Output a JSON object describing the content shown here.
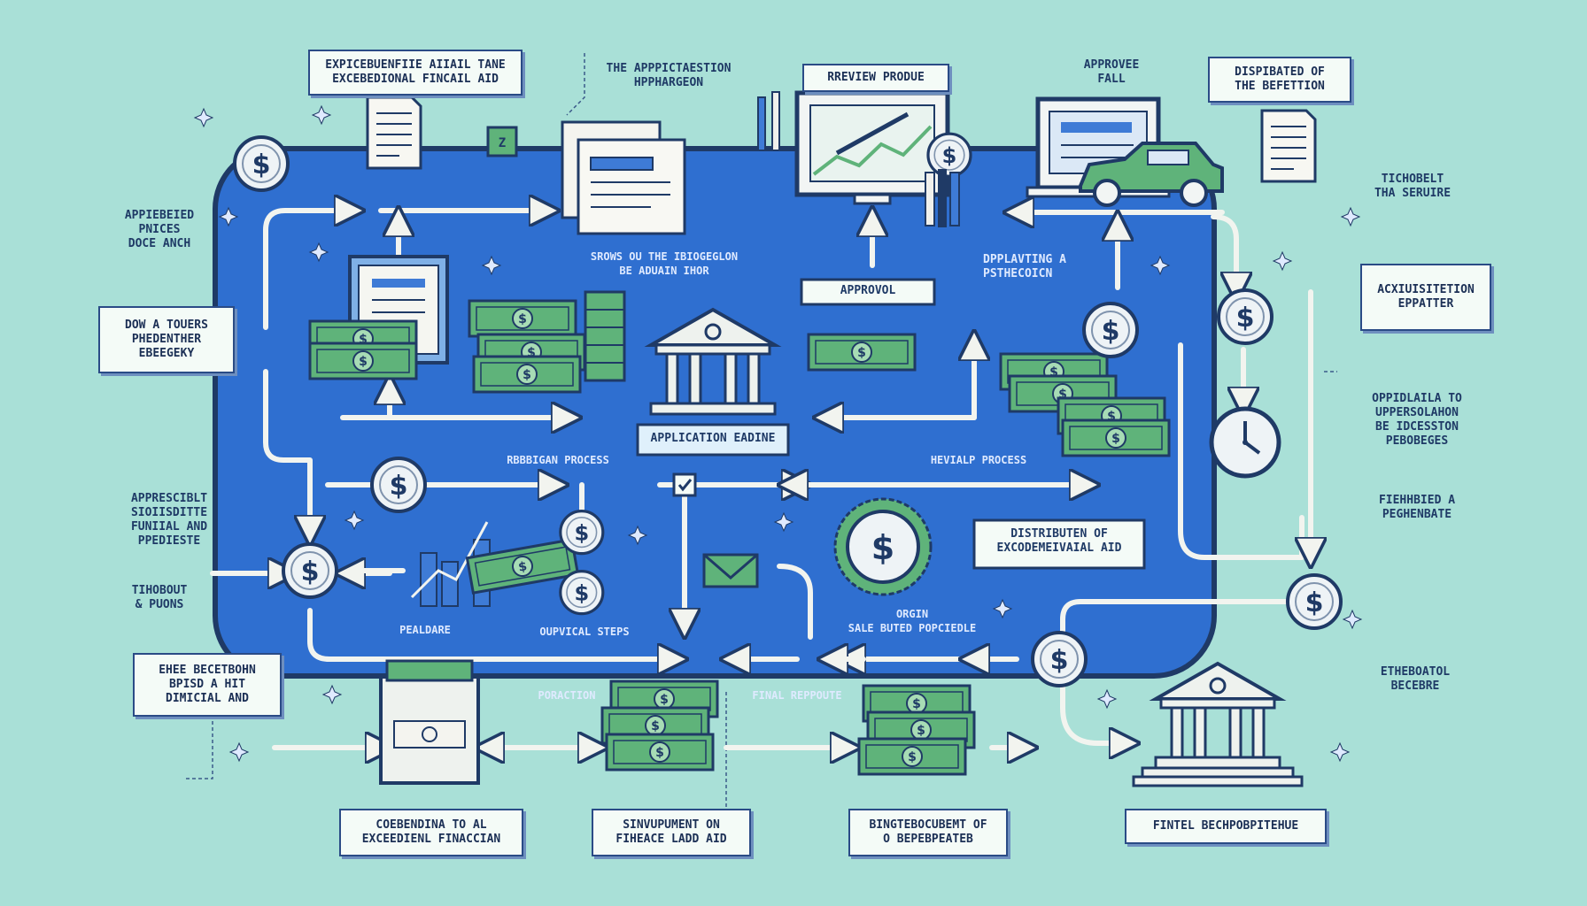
{
  "colors": {
    "background": "#a9e0d7",
    "panel": "#2f6fd0",
    "arrow": "#f2f4ef",
    "money": "#5fb37a",
    "navy": "#1f3a66"
  },
  "labels": {
    "top_title": "EXPICEBUENFIIE AIIAIL TANE\nEXCEBEDIONAL FINCAIL AID",
    "app_preparation": "THE APPPICTAESTION\nHPPHARGEON",
    "review_produce": "RREVIEW PRODUE",
    "approved_fall": "APPROVEE\nFALL",
    "distributed_of": "DISPIBATED OF\nTHE BEFETTION",
    "thorough_service": "TICHOBELT\nTHA SERUIRE",
    "approved_process": "APPIEBEIED\nPNICES\nDOCE ANCH",
    "down_a_tours": "DOW A TOUERS\nPHEDENTHER\nEBEEGEKY",
    "acquisition": "ACXIUISITETION\nEPPATTER",
    "applicable": "OPPIDLAILA TO\nUPPERSOLAHON\nBE IDCESSTON\nPEBOBEGES",
    "approved_funding": "APPRESCIBLT\nSIOIISDITTE\nFUNIIAL AND\nPPEDIESTE",
    "throughout": "TIHOBOUT\n& PUONS",
    "finished": "FIEHHBIED A\nPEGHENBATE",
    "establishment": "ETHEBOATOL\nBECEBRE",
    "exceptional_box": "EHEE BECETBOHN\nBPISD A HIT\nDIMICIAL AND",
    "bottom_1": "COEBENDINA TO AL\nEXCEEDIENL FINACCIAN",
    "bottom_2": "SINVUPUMENT ON\nFIHEACE LADD AID",
    "bottom_3": "BINGTEBOCUBEMT OF\nO BEPEBPEATEB",
    "bottom_4": "FINTEL BECHPOBPITEHUE",
    "grows": "SROWS OU THE IBIOGEGLON\nBE ADUAIN IHOR",
    "approvol": "APPROVOL",
    "deploying": "DPPLAVTING A\nPSTHECOICN",
    "application_engine": "APPLICATION EADINE",
    "regression_process": "RBBBIGAN PROCESS",
    "revial_process": "HEVIALP PROCESS",
    "distribution_of": "DISTRIBUTEN OF\nEXCODEMEIVAIAL AID",
    "prepare": "PEALDARE",
    "optical_steps": "OUPVICAL STEPS",
    "sale_based": "ORGIN\nSALE BUTED POPCIEDLE",
    "production": "PORACTION",
    "final_reports": "FINAL REPPOUTE"
  },
  "icons": [
    "dollar-coin-icon",
    "document-icon",
    "bank-icon",
    "banknote-icon",
    "clock-icon",
    "monitor-icon",
    "car-icon",
    "chart-icon",
    "award-badge-icon",
    "pen-icon"
  ]
}
